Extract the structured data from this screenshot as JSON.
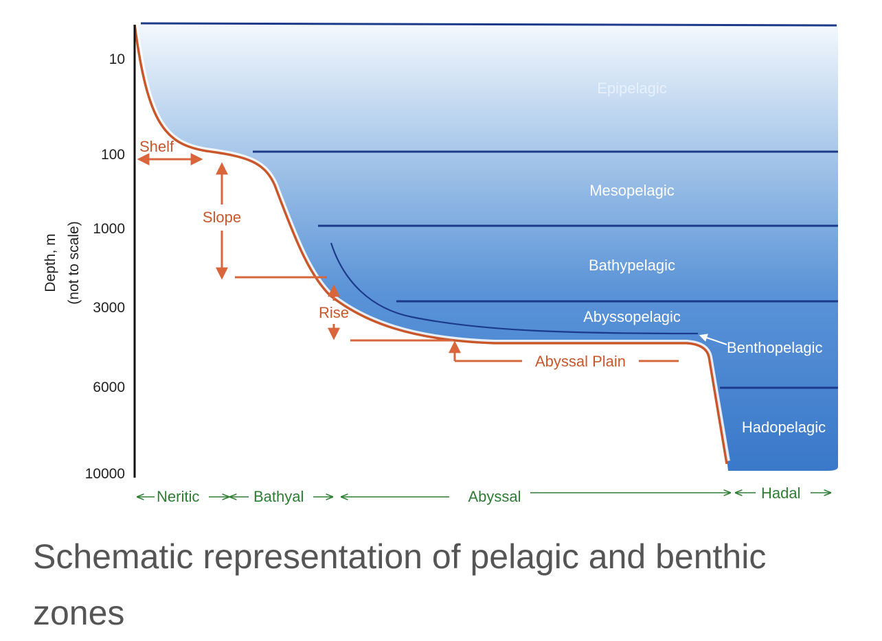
{
  "y_axis": {
    "title": "Depth, m",
    "subtitle": "(not to scale)",
    "ticks": [
      "10",
      "100",
      "1000",
      "3000",
      "6000",
      "10000"
    ]
  },
  "pelagic_zones": [
    "Epipelagic",
    "Mesopelagic",
    "Bathypelagic",
    "Abyssopelagic",
    "Benthopelagic",
    "Hadopelagic"
  ],
  "benthic_features": [
    "Shelf",
    "Slope",
    "Rise",
    "Abyssal Plain"
  ],
  "horizontal_zones": [
    "Neritic",
    "Bathyal",
    "Abyssal",
    "Hadal"
  ],
  "caption": "Schematic representation of pelagic and benthic zones",
  "colors": {
    "water_top": "#eef5fc",
    "water_bottom": "#3f7fce",
    "zone_line": "#1c3a8a",
    "seafloor": "#c9572a",
    "zone_text": "#2d7d32"
  }
}
